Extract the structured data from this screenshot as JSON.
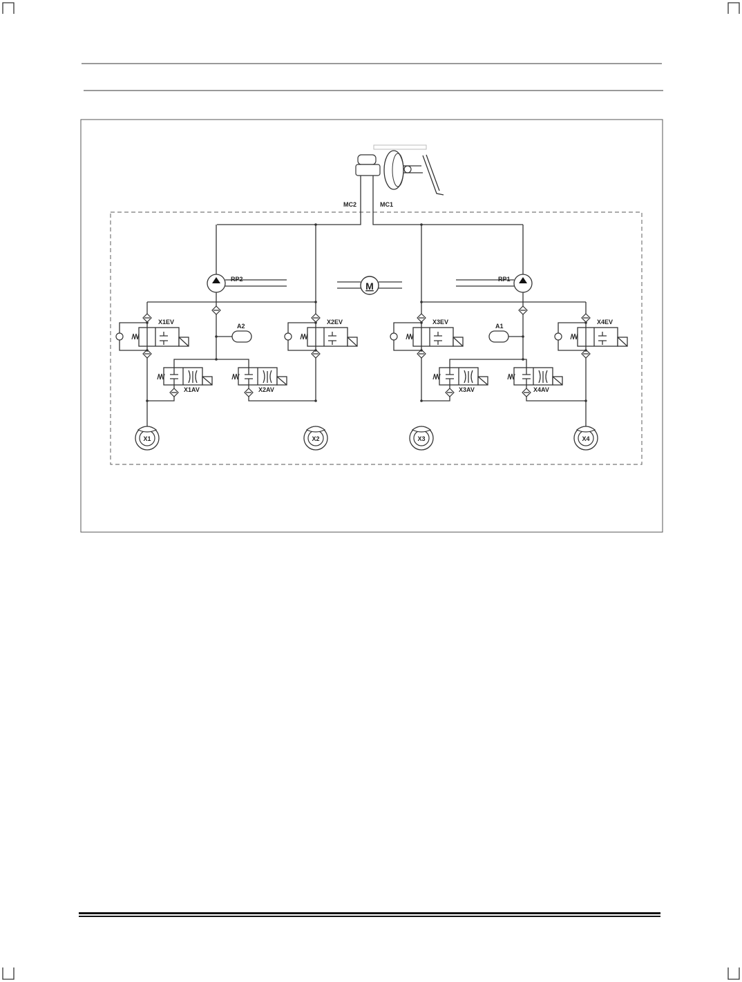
{
  "diagram": {
    "master_cylinder": {
      "mc1": "MC1",
      "mc2": "MC2"
    },
    "pumps": {
      "rp1": "RP1",
      "rp2": "RP2"
    },
    "motor": "M",
    "accumulators": {
      "a1": "A1",
      "a2": "A2"
    },
    "inlet_valves": [
      "X1EV",
      "X2EV",
      "X3EV",
      "X4EV"
    ],
    "outlet_valves": [
      "X1AV",
      "X2AV",
      "X3AV",
      "X4AV"
    ],
    "wheels": [
      "X1",
      "X2",
      "X3",
      "X4"
    ]
  }
}
